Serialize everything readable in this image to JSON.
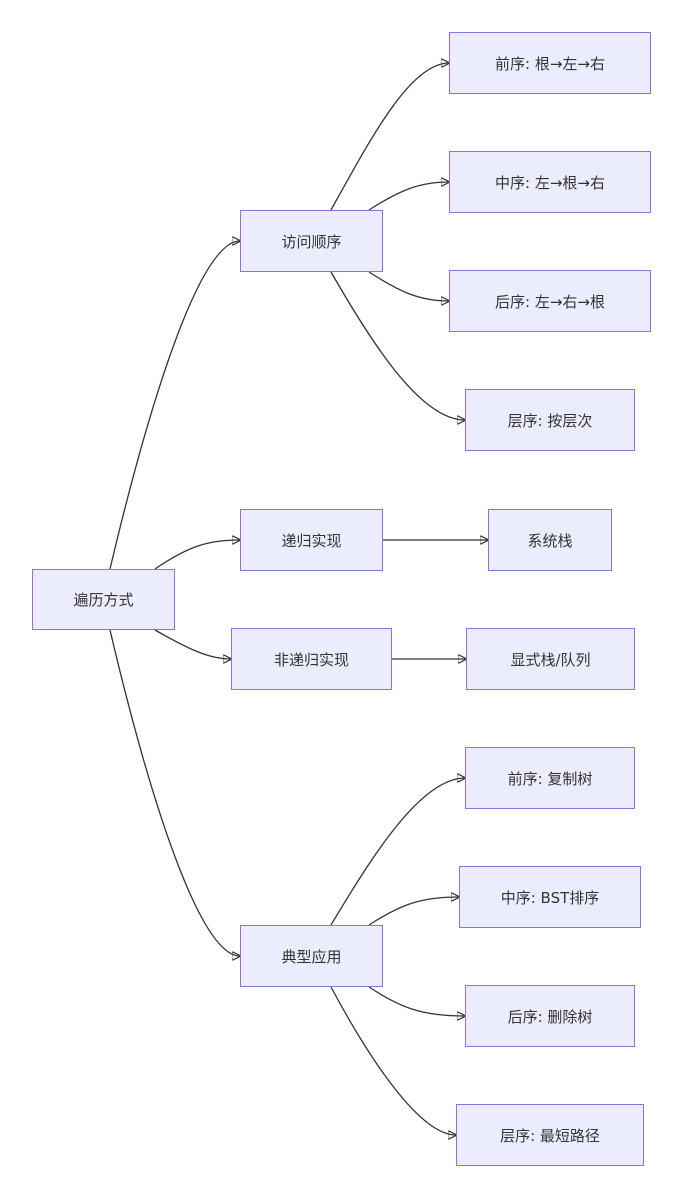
{
  "diagram": {
    "root": {
      "label": "遍历方式"
    },
    "branches": [
      {
        "label": "访问顺序"
      },
      {
        "label": "递归实现"
      },
      {
        "label": "非递归实现"
      },
      {
        "label": "典型应用"
      }
    ],
    "leaves": {
      "order": [
        "前序: 根→左→右",
        "中序: 左→根→右",
        "后序: 左→右→根",
        "层序: 按层次"
      ],
      "recursive": "系统栈",
      "iterative": "显式栈/队列",
      "applications": [
        "前序: 复制树",
        "中序: BST排序",
        "后序: 删除树",
        "层序: 最短路径"
      ]
    }
  }
}
